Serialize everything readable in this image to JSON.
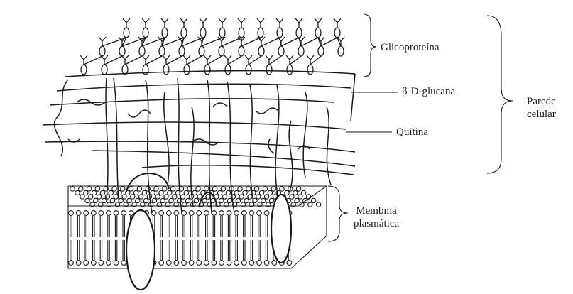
{
  "labels": {
    "glycoprotein": "Glicoproteína",
    "beta_glucan": "β-D-glucana",
    "chitin": "Quitina",
    "membrane_line1": "Membma",
    "membrane_line2": "plasmática",
    "wall_line1": "Parede",
    "wall_line2": "celular"
  },
  "colors": {
    "ink": "#1a1a1a",
    "background": "#ffffff"
  }
}
